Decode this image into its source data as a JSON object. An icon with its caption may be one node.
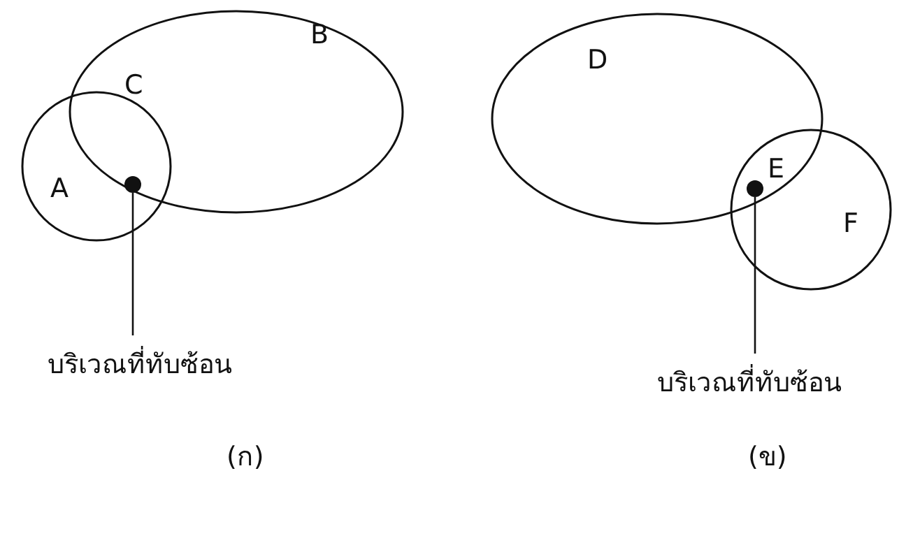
{
  "diagram": {
    "nodes": [
      {
        "text": [
          "A"
        ]
      },
      {
        "text": [
          "B"
        ]
      },
      {
        "text": [],
        "shape": "circle"
      },
      {
        "text": [
          "บริเวณที่ทับซ้อน"
        ]
      },
      {
        "text": [
          "D"
        ]
      },
      {
        "text": [
          "F"
        ]
      },
      {
        "text": [],
        "shape": "circle"
      },
      {
        "text": [
          "บริเวณที่ทับซ้อน"
        ]
      }
    ],
    "edges": [
      {
        "from": 3,
        "to": 2,
        "arrow": "none"
      },
      {
        "from": 7,
        "to": 6,
        "arrow": "none"
      }
    ],
    "labels": [
      "C",
      "E",
      "(ก)",
      "(ข)"
    ]
  }
}
